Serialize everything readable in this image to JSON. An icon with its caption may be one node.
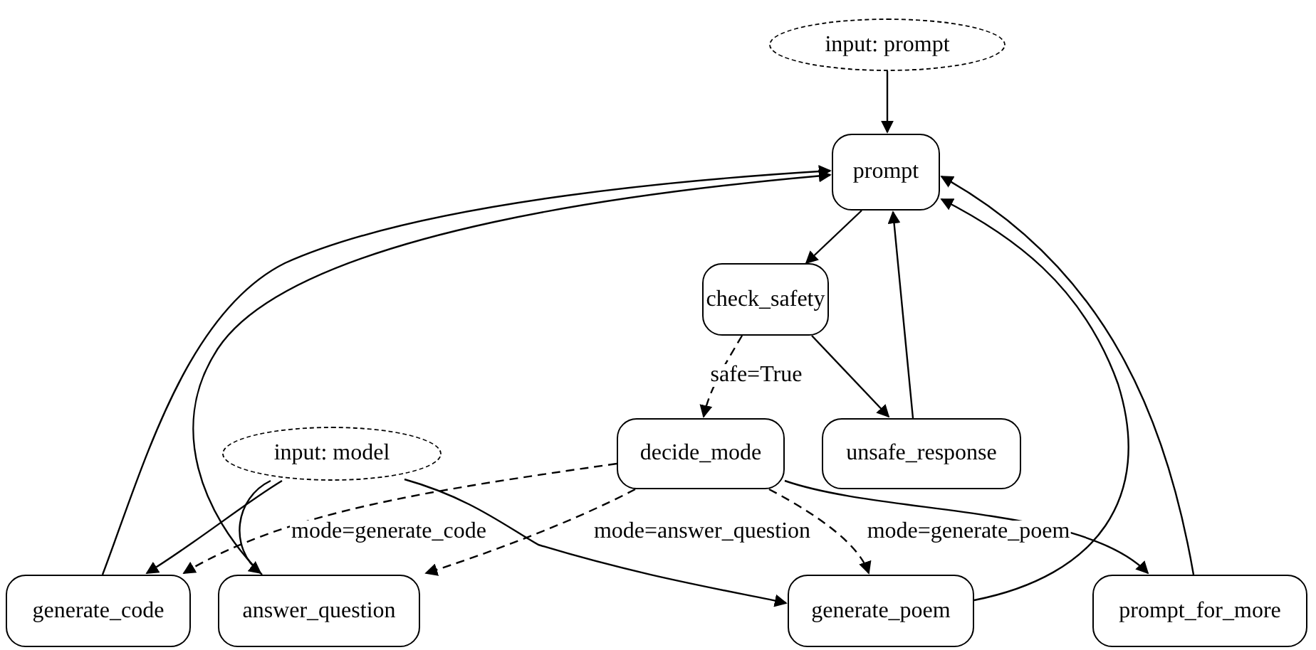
{
  "diagram": {
    "nodes": [
      {
        "text": [
          "input: prompt"
        ]
      },
      {
        "text": [
          "prompt"
        ]
      },
      {
        "text": [
          "check_safety"
        ]
      },
      {
        "text": [
          "input: model"
        ]
      },
      {
        "text": [
          "decide_mode"
        ]
      },
      {
        "text": [
          "unsafe_response"
        ]
      },
      {
        "text": [
          "generate_code"
        ]
      },
      {
        "text": [
          "answer_question"
        ]
      },
      {
        "text": [
          "generate_poem"
        ]
      },
      {
        "text": [
          "prompt_for_more"
        ]
      }
    ],
    "edges": [
      {
        "from": 0,
        "to": 1,
        "arrow": "to"
      },
      {
        "from": 1,
        "to": 2,
        "arrow": "to"
      },
      {
        "from": 2,
        "to": 4,
        "arrow": "to",
        "style": "dashed",
        "label": "safe=True"
      },
      {
        "from": 2,
        "to": 5,
        "arrow": "to"
      },
      {
        "from": 5,
        "to": 1,
        "arrow": "to"
      },
      {
        "from": 6,
        "to": 1,
        "arrow": "to"
      },
      {
        "from": 7,
        "to": 1,
        "arrow": "to"
      },
      {
        "from": 8,
        "to": 1,
        "arrow": "to"
      },
      {
        "from": 9,
        "to": 1,
        "arrow": "to"
      },
      {
        "from": 3,
        "to": 6,
        "arrow": "to"
      },
      {
        "from": 3,
        "to": 7,
        "arrow": "to"
      },
      {
        "from": 3,
        "to": 8,
        "arrow": "to"
      },
      {
        "from": 4,
        "to": 6,
        "arrow": "to",
        "style": "dashed",
        "label": "mode=generate_code"
      },
      {
        "from": 4,
        "to": 7,
        "arrow": "to",
        "style": "dashed",
        "label": "mode=answer_question"
      },
      {
        "from": 4,
        "to": 8,
        "arrow": "to",
        "style": "dashed",
        "label": "mode=generate_poem"
      },
      {
        "from": 4,
        "to": 9,
        "arrow": "to"
      }
    ]
  }
}
